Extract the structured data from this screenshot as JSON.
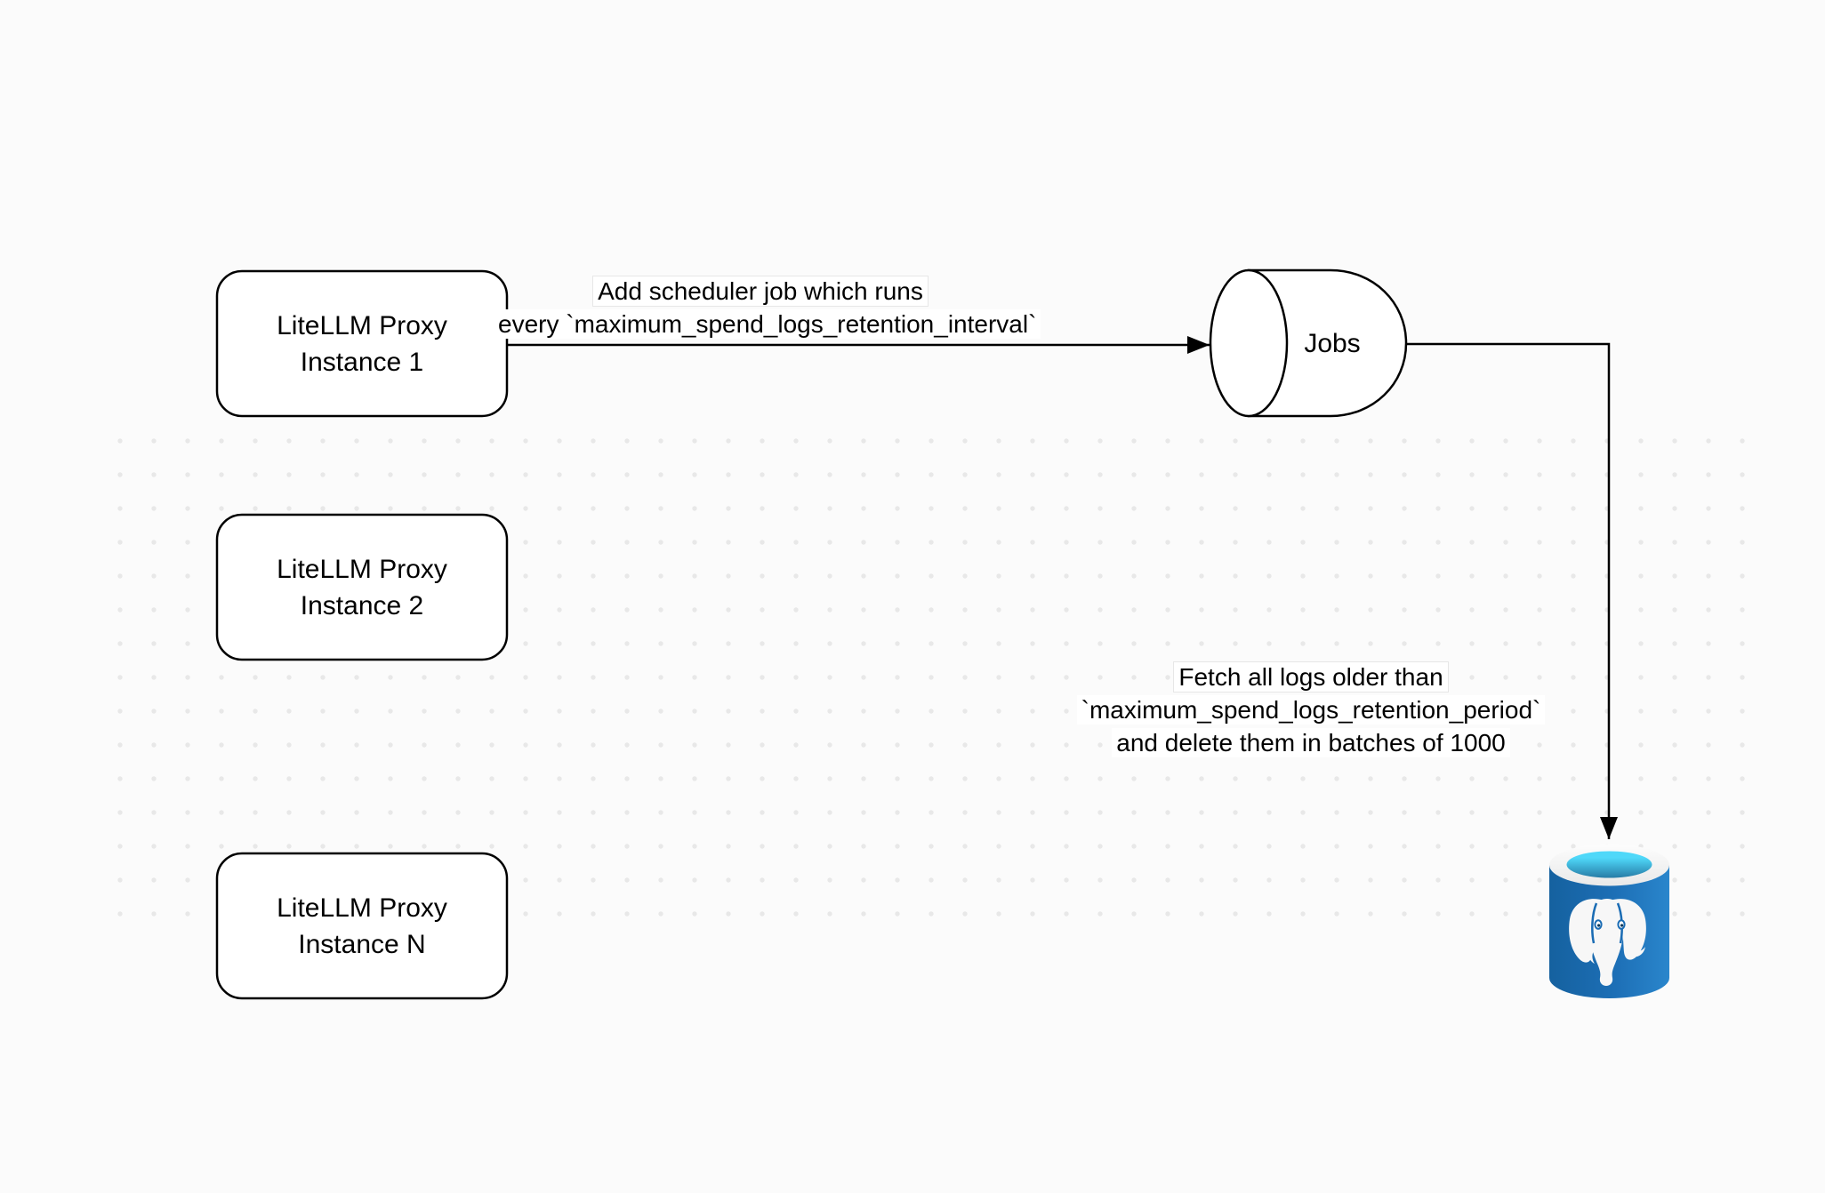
{
  "diagram": {
    "nodes": {
      "proxy1": {
        "line1": "LiteLLM Proxy",
        "line2": "Instance 1"
      },
      "proxy2": {
        "line1": "LiteLLM Proxy",
        "line2": "Instance 2"
      },
      "proxyN": {
        "line1": "LiteLLM Proxy",
        "line2": "Instance N"
      },
      "jobs": {
        "label": "Jobs"
      },
      "postgres": {
        "icon": "postgresql-database-icon"
      }
    },
    "edges": {
      "scheduler": {
        "line1": "Add scheduler job which runs",
        "line2": "every `maximum_spend_logs_retention_interval`"
      },
      "cleanup": {
        "line1": "Fetch all logs older than",
        "line2": "`maximum_spend_logs_retention_period`",
        "line3": "and delete them in batches of 1000"
      }
    },
    "colors": {
      "background": "#fbfbfb",
      "grid_dot": "#e8e8e8",
      "shape_stroke": "#000000",
      "shape_fill": "#ffffff",
      "postgres_blue_dark": "#15619f",
      "postgres_blue_light": "#2a86cc",
      "postgres_detail_blue": "#1a6cb4",
      "postgres_rim_gray": "#e9e9e9",
      "postgres_rim_white": "#fdfdfd",
      "postgres_cyan": "#4fd8f9",
      "postgres_teal": "#277ca6",
      "elephant_white": "#f7f7f7"
    }
  }
}
